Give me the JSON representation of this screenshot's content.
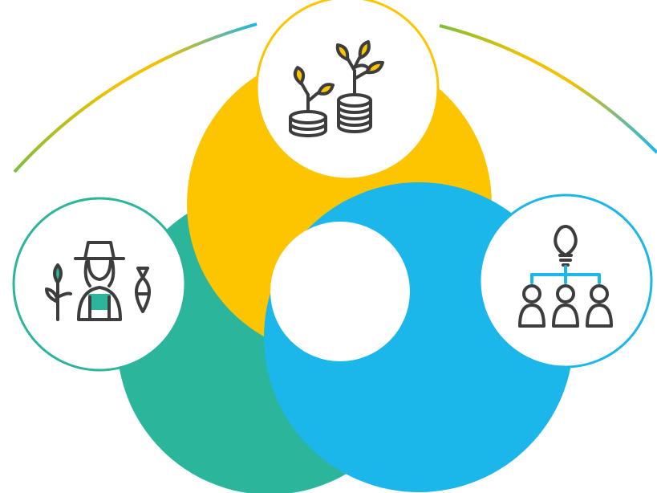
{
  "colors": {
    "teal": "#2bb59b",
    "yellow": "#fdc500",
    "blue": "#1bb6ea",
    "white": "#ffffff",
    "icon_stroke": "#3d3d3d",
    "icon_leaf": "#fdc500",
    "icon_shirt": "#2bb59b",
    "icon_network": "#1bb6ea",
    "arc_start": "#7dbf3a",
    "arc_end": "#1bb6ea"
  },
  "nodes": [
    {
      "id": "top",
      "icon": "growing-coins-icon",
      "ring_color": "yellow"
    },
    {
      "id": "left",
      "icon": "farmer-fisher-icon",
      "ring_color": "teal"
    },
    {
      "id": "right",
      "icon": "idea-team-network-icon",
      "ring_color": "blue"
    }
  ]
}
